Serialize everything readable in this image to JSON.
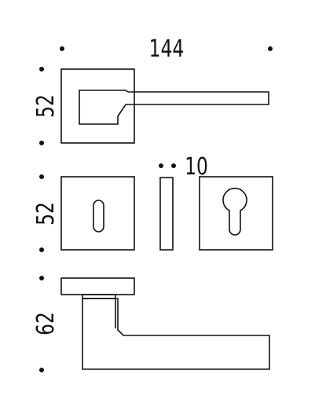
{
  "dimensions": {
    "overall_width": "144",
    "rose_height": "52",
    "escutcheon_height": "52",
    "rose_thickness": "10",
    "lever_projection": "62"
  },
  "colors": {
    "stroke": "#111111",
    "dot": "#111111",
    "background": "#ffffff"
  }
}
